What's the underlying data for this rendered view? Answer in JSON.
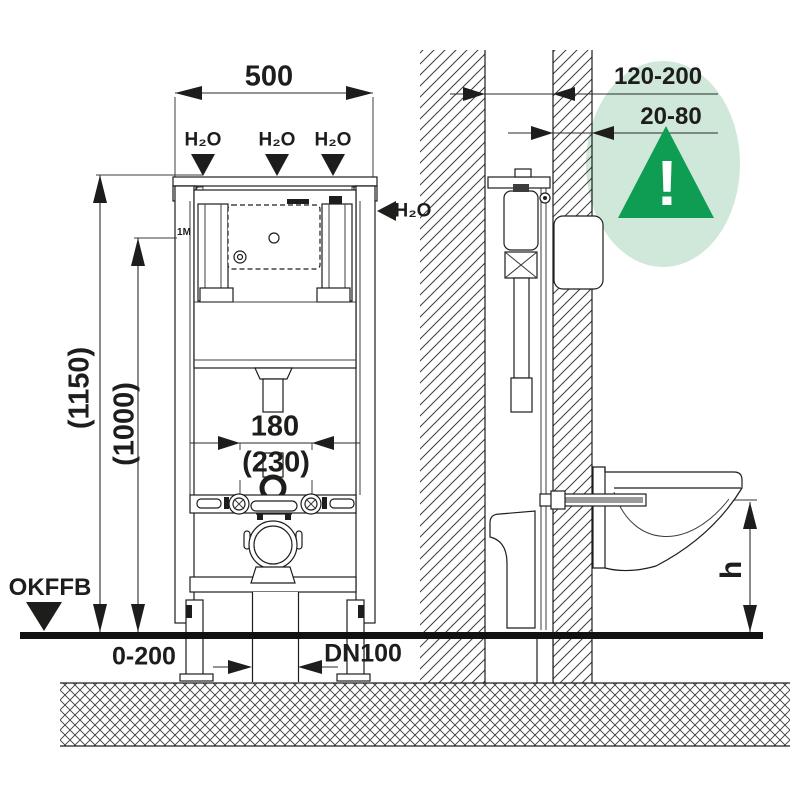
{
  "diagram": {
    "front_view": {
      "width": "500",
      "water": [
        "H₂O",
        "H₂O",
        "H₂O"
      ],
      "water_side": "H₂O",
      "meter_mark": "1M",
      "overall_height": "(1150)",
      "meter_height": "(1000)",
      "bolt_spacing": "180",
      "bolt_spacing_alt": "(230)",
      "floor_ref": "OKFFB",
      "leg_adjust_range": "0-200",
      "drain_size": "DN100"
    },
    "side_view": {
      "installation_depth": "120-200",
      "wall_cover_range": "20-80",
      "seat_height": "h",
      "warning_mark": "!"
    },
    "colors": {
      "highlight-fill": "#cfe8d9",
      "warning-green": "#0f9c53",
      "line": "#1d1d1b"
    }
  }
}
